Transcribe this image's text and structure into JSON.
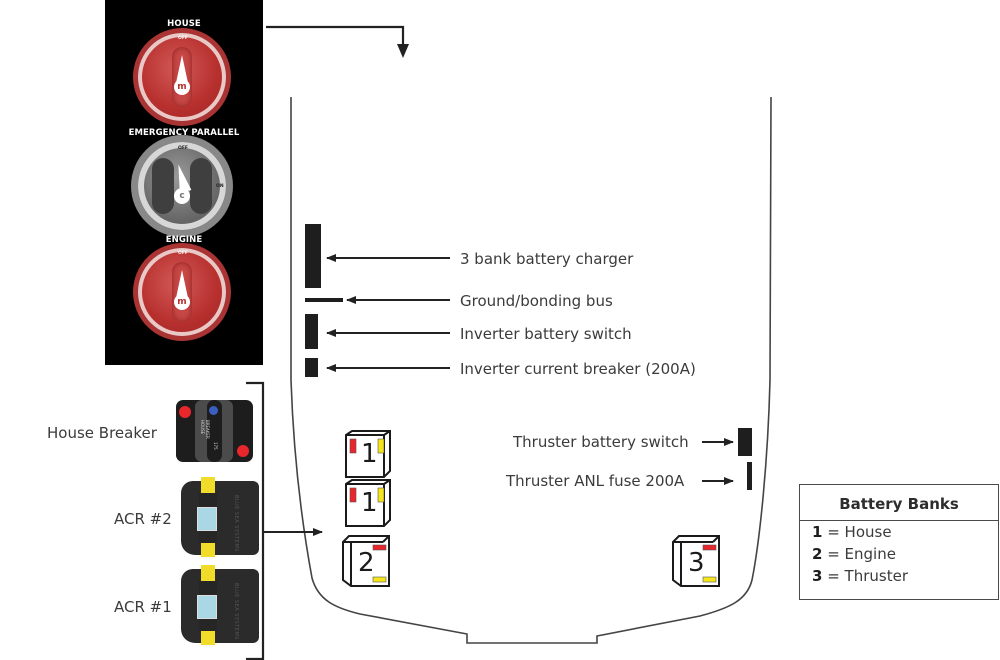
{
  "switch_panel": {
    "switches": [
      {
        "label": "HOUSE",
        "style": "red",
        "off_mark": "OFF",
        "hub_glyph": "m"
      },
      {
        "label": "EMERGENCY PARALLEL",
        "style": "grey",
        "off_mark": "OFF",
        "on_mark": "ON",
        "hub_glyph": "c"
      },
      {
        "label": "ENGINE",
        "style": "red",
        "off_mark": "OFF",
        "hub_glyph": "m"
      }
    ]
  },
  "hull_callouts": [
    {
      "id": "charger",
      "label": "3 bank battery charger"
    },
    {
      "id": "ground-bus",
      "label": "Ground/bonding bus"
    },
    {
      "id": "inverter-switch",
      "label": "Inverter battery switch"
    },
    {
      "id": "inverter-breaker",
      "label": "Inverter current breaker (200A)"
    }
  ],
  "thruster_callouts": [
    {
      "id": "thruster-switch",
      "label": "Thruster battery switch"
    },
    {
      "id": "thruster-fuse",
      "label": "Thruster ANL fuse 200A"
    }
  ],
  "left_components": {
    "house_breaker": {
      "label": "House Breaker",
      "device_text": [
        "HOUSE",
        "BREAKER",
        "175"
      ]
    },
    "acr2": {
      "label": "ACR #2",
      "brand": "BLUE SEA SYSTEMS"
    },
    "acr1": {
      "label": "ACR #1",
      "brand": "BLUE SEA SYSTEMS"
    }
  },
  "batteries": [
    {
      "number": "1",
      "bank": "House"
    },
    {
      "number": "1",
      "bank": "House"
    },
    {
      "number": "2",
      "bank": "Engine"
    },
    {
      "number": "3",
      "bank": "Thruster"
    }
  ],
  "legend": {
    "title": "Battery Banks",
    "items": [
      {
        "key": "1",
        "sep": " = ",
        "value": "House"
      },
      {
        "key": "2",
        "sep": " = ",
        "value": "Engine"
      },
      {
        "key": "3",
        "sep": " = ",
        "value": "Thruster"
      }
    ]
  },
  "colors": {
    "terminal_positive": "#e8262b",
    "terminal_negative": "#f5e51b",
    "switch_red": "#b7302e",
    "panel_bg": "#000000",
    "line": "#222222"
  }
}
